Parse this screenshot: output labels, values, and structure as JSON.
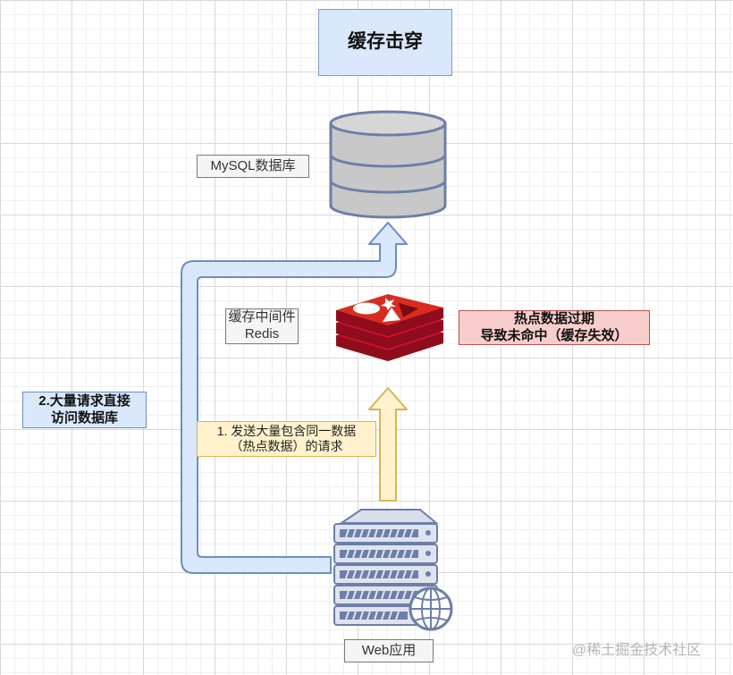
{
  "title": "缓存击穿",
  "nodes": {
    "database": {
      "label": "MySQL数据库",
      "icon": "database-icon"
    },
    "cache": {
      "label_line1": "缓存中间件",
      "label_line2": "Redis",
      "icon": "redis-logo-icon"
    },
    "app": {
      "label": "Web应用",
      "icon": "web-server-icon"
    }
  },
  "annotations": {
    "hot_data": {
      "line1": "热点数据过期",
      "line2": "导致未命中（缓存失效）"
    },
    "direct_access": {
      "line1": "2.大量请求直接",
      "line2": "访问数据库"
    },
    "send_requests": {
      "line1": "1. 发送大量包含同一数据",
      "line2": "（热点数据）的请求"
    }
  },
  "watermark": "@稀土掘金技术社区",
  "colors": {
    "blue_fill": "#dae8fc",
    "blue_stroke": "#6c8ebf",
    "yellow_fill": "#fff2cc",
    "yellow_stroke": "#d6b656",
    "red_fill": "#f8cecc",
    "red_stroke": "#b85450",
    "redis_red": "#c8102e",
    "db_gray": "#c8c8c8",
    "server_blue": "#6d7fa8"
  }
}
